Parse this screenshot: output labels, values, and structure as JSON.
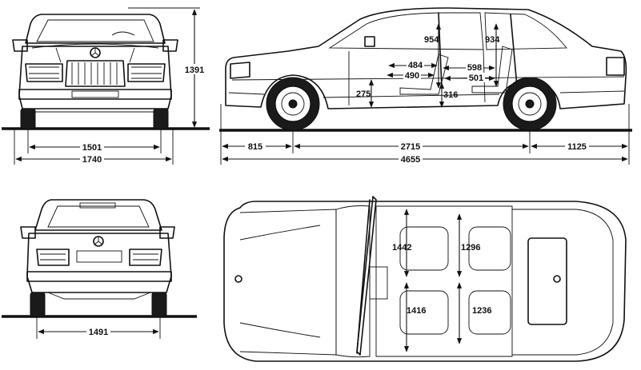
{
  "dimensions": {
    "front_track": "1501",
    "front_width": "1740",
    "height": "1391",
    "front_overhang": "815",
    "wheelbase": "2715",
    "rear_overhang": "1125",
    "length": "4655",
    "roof_to_front_seat": "954",
    "roof_to_rear_seat": "934",
    "front_legroom_a": "484",
    "front_legroom_b": "490",
    "rear_legroom_a": "598",
    "rear_legroom_b": "501",
    "front_seat_height": "275",
    "rear_seat_height": "316",
    "rear_track": "1491",
    "front_shoulder_width": "1442",
    "rear_shoulder_width": "1296",
    "front_hip_width": "1416",
    "rear_hip_width": "1236"
  }
}
